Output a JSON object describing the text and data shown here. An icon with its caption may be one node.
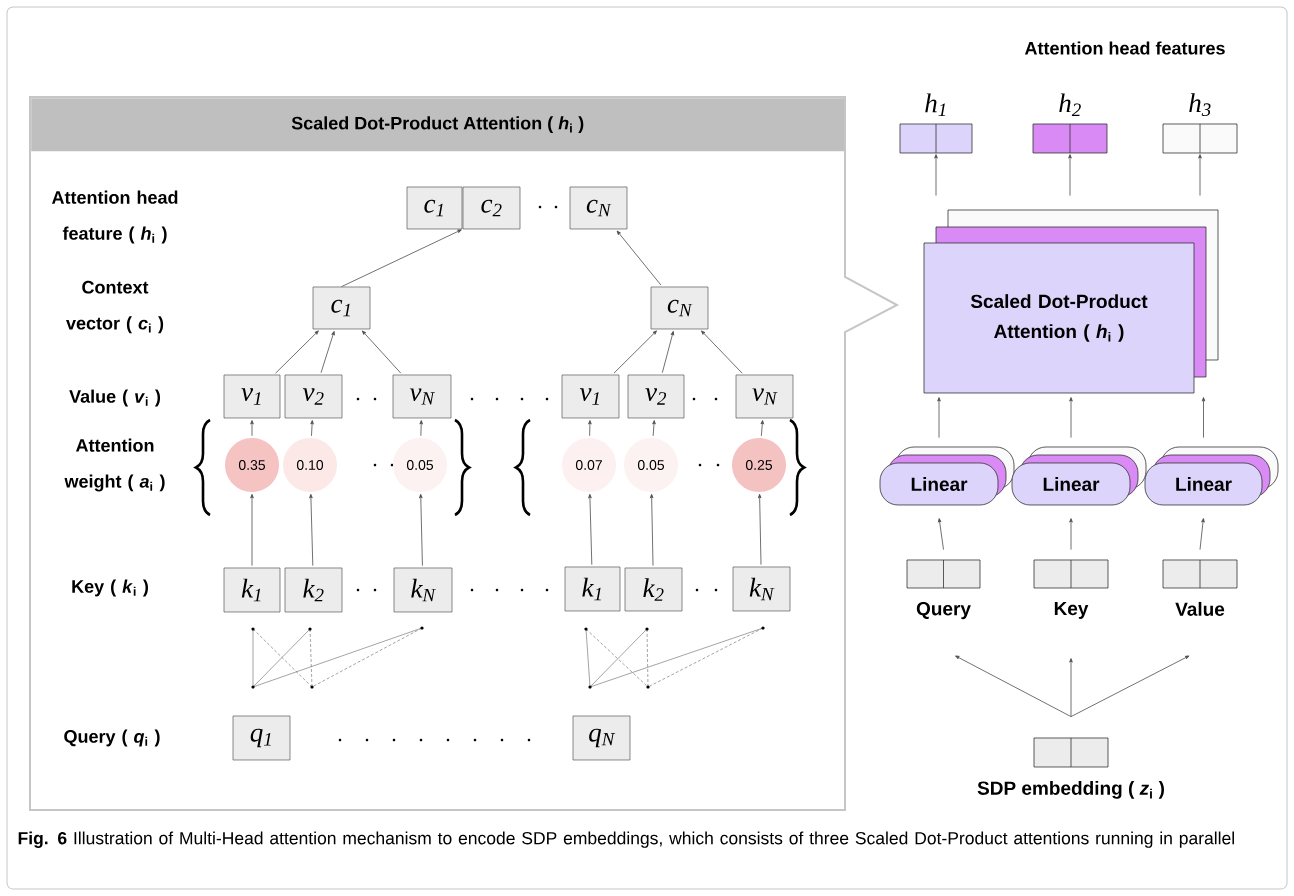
{
  "diagram": {
    "title": "Attention head features",
    "caption": "**Fig. 6** Illustration of Multi-Head attention mechanism to encode SDP embeddings, which consists of three Scaled Dot-Product attentions running in parallel",
    "nodes": [
      {
        "text": [
          "Scaled Dot-Product Attention ( *h*$_{i}$ )"
        ]
      },
      {
        "text": [
          "c$_{1}$"
        ],
        "in": 0
      },
      {
        "text": [
          "c$_{2}$"
        ],
        "in": 0
      },
      {
        "text": [
          "c$_{N}$"
        ],
        "in": 0
      },
      {
        "text": [
          "c$_{1}$"
        ],
        "in": 0
      },
      {
        "text": [
          "c$_{N}$"
        ],
        "in": 0
      },
      {
        "text": [
          "v$_{1}$"
        ],
        "in": 0
      },
      {
        "text": [
          "v$_{2}$"
        ],
        "in": 0
      },
      {
        "text": [
          "v$_{N}$"
        ],
        "in": 0
      },
      {
        "text": [
          "v$_{1}$"
        ],
        "in": 0
      },
      {
        "text": [
          "v$_{2}$"
        ],
        "in": 0
      },
      {
        "text": [
          "v$_{N}$"
        ],
        "in": 0
      },
      {
        "text": [
          "0.35"
        ],
        "in": 0
      },
      {
        "text": [
          "0.10"
        ],
        "in": 0
      },
      {
        "text": [
          "0.05"
        ],
        "in": 0
      },
      {
        "text": [
          "0.07"
        ],
        "in": 0
      },
      {
        "text": [
          "0.05"
        ],
        "in": 0
      },
      {
        "text": [
          "0.25"
        ],
        "in": 0
      },
      {
        "text": [
          "k$_{1}$"
        ],
        "in": 0
      },
      {
        "text": [
          "k$_{2}$"
        ],
        "in": 0
      },
      {
        "text": [
          "k$_{N}$"
        ],
        "in": 0
      },
      {
        "text": [
          "k$_{1}$"
        ],
        "in": 0
      },
      {
        "text": [
          "k$_{2}$"
        ],
        "in": 0
      },
      {
        "text": [
          "k$_{N}$"
        ],
        "in": 0
      },
      {
        "text": [
          "q$_{1}$"
        ],
        "in": 0
      },
      {
        "text": [
          "q$_{N}$"
        ],
        "in": 0
      },
      {
        "text": [
          "h$_{1}$"
        ]
      },
      {
        "text": [
          "h$_{2}$"
        ]
      },
      {
        "text": [
          "h$_{3}$"
        ]
      },
      {
        "text": [
          "Scaled Dot-Product Attention ( *h*$_{i}$ )"
        ]
      },
      {
        "text": [
          "Linear"
        ]
      },
      {
        "text": [
          "Linear"
        ]
      },
      {
        "text": [
          "Linear"
        ]
      },
      {
        "text": [
          "Query"
        ]
      },
      {
        "text": [
          "Key"
        ]
      },
      {
        "text": [
          "Value"
        ]
      },
      {
        "text": [
          "SDP embedding ( *z*$_{i}$ )"
        ]
      }
    ],
    "edges": [
      {
        "from": 4,
        "to": 1,
        "arrow": "to"
      },
      {
        "from": 5,
        "to": 3,
        "arrow": "to"
      },
      {
        "from": 6,
        "to": 4,
        "arrow": "to"
      },
      {
        "from": 7,
        "to": 4,
        "arrow": "to"
      },
      {
        "from": 8,
        "to": 4,
        "arrow": "to"
      },
      {
        "from": 9,
        "to": 5,
        "arrow": "to"
      },
      {
        "from": 10,
        "to": 5,
        "arrow": "to"
      },
      {
        "from": 11,
        "to": 5,
        "arrow": "to"
      },
      {
        "from": 12,
        "to": 6,
        "arrow": "to"
      },
      {
        "from": 13,
        "to": 7,
        "arrow": "to"
      },
      {
        "from": 14,
        "to": 8,
        "arrow": "to"
      },
      {
        "from": 15,
        "to": 9,
        "arrow": "to"
      },
      {
        "from": 16,
        "to": 10,
        "arrow": "to"
      },
      {
        "from": 17,
        "to": 11,
        "arrow": "to"
      },
      {
        "from": 18,
        "to": 12,
        "arrow": "to"
      },
      {
        "from": 19,
        "to": 13,
        "arrow": "to"
      },
      {
        "from": 20,
        "to": 14,
        "arrow": "to"
      },
      {
        "from": 21,
        "to": 15,
        "arrow": "to"
      },
      {
        "from": 22,
        "to": 16,
        "arrow": "to"
      },
      {
        "from": 23,
        "to": 17,
        "arrow": "to"
      },
      {
        "from": 29,
        "to": 26,
        "arrow": "to"
      },
      {
        "from": 29,
        "to": 27,
        "arrow": "to"
      },
      {
        "from": 29,
        "to": 28,
        "arrow": "to"
      },
      {
        "from": 30,
        "to": 29,
        "arrow": "to"
      },
      {
        "from": 31,
        "to": 29,
        "arrow": "to"
      },
      {
        "from": 32,
        "to": 29,
        "arrow": "to"
      },
      {
        "from": 33,
        "to": 30,
        "arrow": "to"
      },
      {
        "from": 34,
        "to": 31,
        "arrow": "to"
      },
      {
        "from": 35,
        "to": 32,
        "arrow": "to"
      },
      {
        "from": 36,
        "to": 33,
        "arrow": "to"
      },
      {
        "from": 36,
        "to": 34,
        "arrow": "to"
      },
      {
        "from": 36,
        "to": 35,
        "arrow": "to"
      }
    ],
    "labels": [
      "Attention head feature ( *h*$_{i}$ )",
      "Context vector ( *c*$_{i}$ )",
      "Value ( *v*$_{i}$ )",
      "Attention weight ( *a*$_{i}$ )",
      "Key ( *k*$_{i}$ )",
      "Query ( *q*$_{i}$ )"
    ]
  }
}
